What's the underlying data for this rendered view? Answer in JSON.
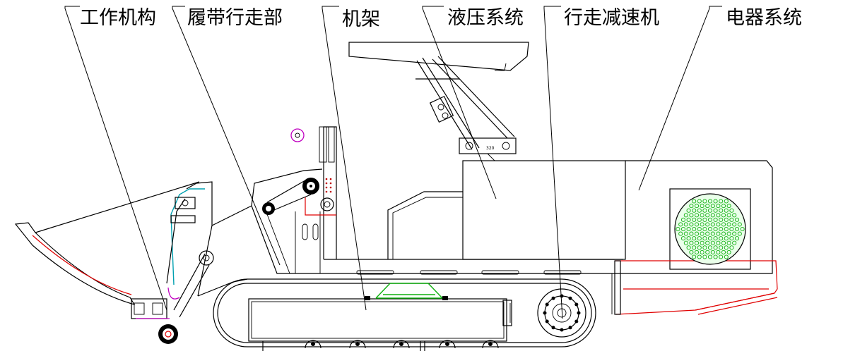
{
  "labels": [
    {
      "key": "working-mechanism",
      "text": "工作机构"
    },
    {
      "key": "crawler-travel-unit",
      "text": "履带行走部"
    },
    {
      "key": "frame",
      "text": "机架"
    },
    {
      "key": "hydraulic-system",
      "text": "液压系统"
    },
    {
      "key": "travel-reducer",
      "text": "行走减速机"
    },
    {
      "key": "electrical-system",
      "text": "电器系统"
    }
  ],
  "annotations": {
    "dimension_note": "320"
  },
  "colors": {
    "line": "#000000",
    "red": "#e00000",
    "green": "#10b010",
    "magenta": "#c000c0",
    "cyan": "#00a0b0"
  }
}
